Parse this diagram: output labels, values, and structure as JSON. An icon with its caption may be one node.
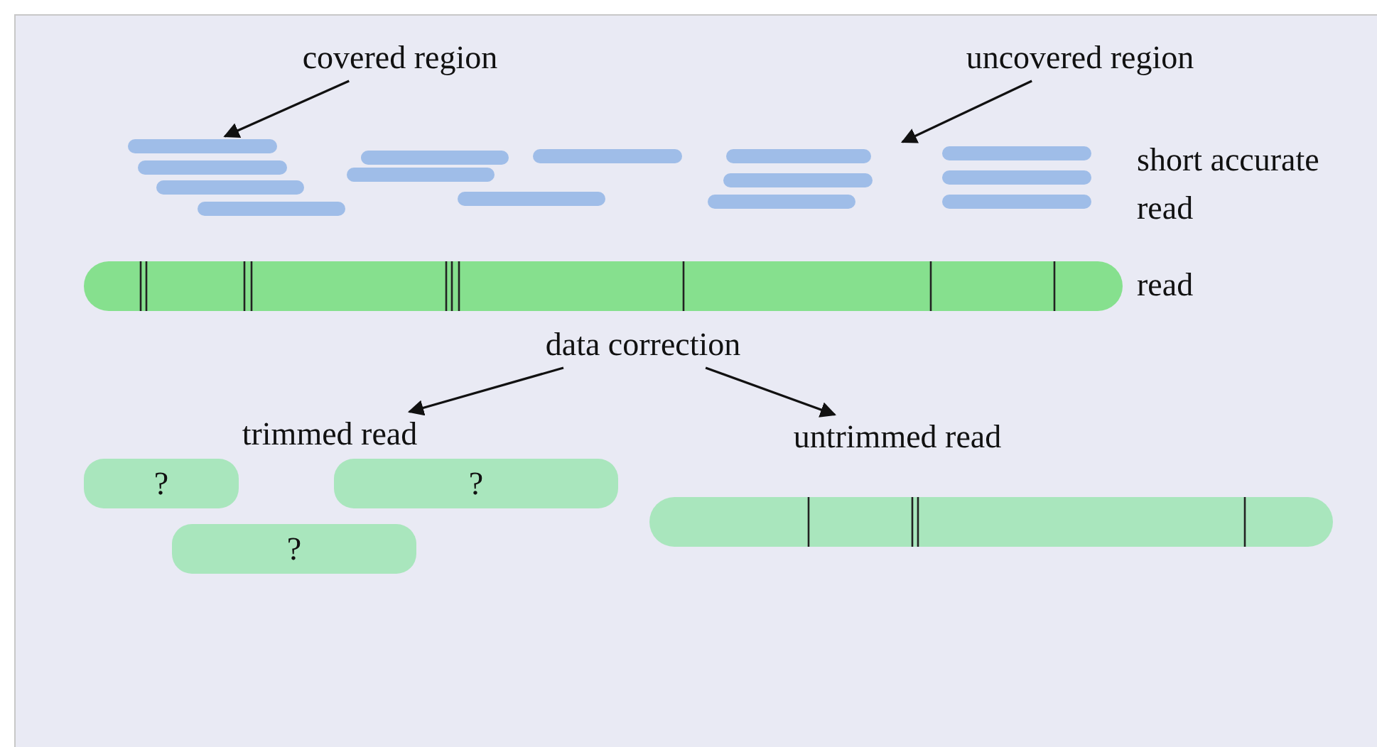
{
  "diagram": {
    "nodes": [
      {
        "text": [
          "covered region"
        ]
      },
      {
        "text": [
          "uncovered region"
        ]
      },
      {
        "text": [],
        "shape": "bar"
      },
      {
        "text": [
          "data correction"
        ]
      },
      {
        "text": [
          "trimmed read"
        ]
      },
      {
        "text": [
          "untrimmed read"
        ]
      },
      {
        "text": [
          "?"
        ]
      },
      {
        "text": [
          "?"
        ]
      },
      {
        "text": [
          "?"
        ]
      }
    ],
    "edges": [
      {
        "from": 0,
        "to": 2,
        "arrow": "to"
      },
      {
        "from": 1,
        "to": null,
        "arrow": "to"
      },
      {
        "from": 3,
        "to": 4,
        "arrow": "to"
      },
      {
        "from": 3,
        "to": 5,
        "arrow": "to"
      }
    ],
    "labels": [
      "short accurate read",
      "read"
    ]
  }
}
